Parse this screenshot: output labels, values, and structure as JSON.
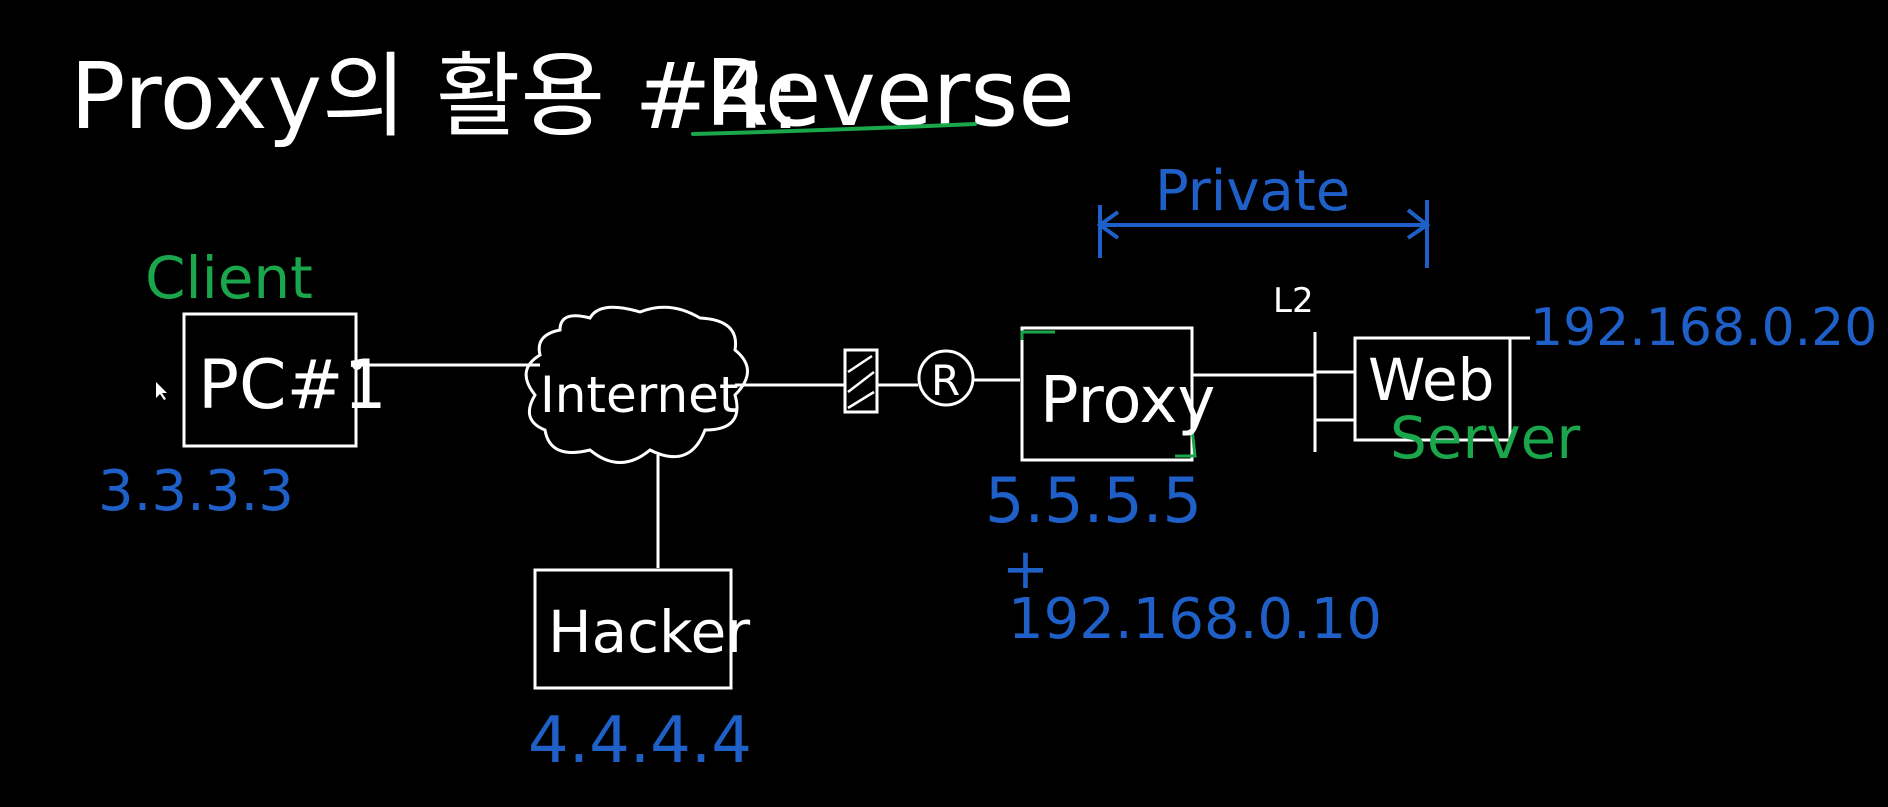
{
  "title": {
    "prefix": "Proxy의 활용 #4:",
    "emphasis": "Reverse"
  },
  "colors": {
    "background": "#000000",
    "ink": "#ffffff",
    "blue": "#1f5fc8",
    "green": "#1aa64b"
  },
  "labels": {
    "client": "Client",
    "pc": "PC#1",
    "pc_ip": "3.3.3.3",
    "internet": "Internet",
    "hacker": "Hacker",
    "hacker_ip": "4.4.4.4",
    "router": "R",
    "proxy": "Proxy",
    "proxy_ip_public": "5.5.5.5",
    "plus": "+",
    "proxy_ip_private": "192.168.0.10",
    "private": "Private",
    "switch": "L2",
    "web": "Web",
    "server": "Server",
    "web_ip": "192.168.0.20"
  }
}
